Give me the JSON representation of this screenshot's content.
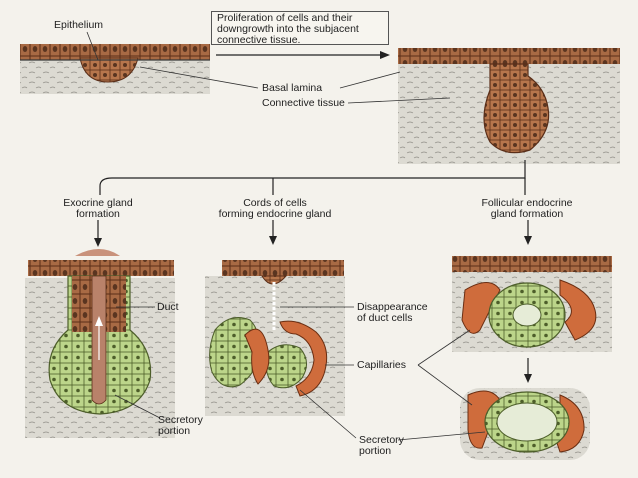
{
  "labels": {
    "epithelium": "Epithelium",
    "proliferation": "Proliferation of cells and their\ndowngrowth into the subjacent\nconnective tissue.",
    "basal_lamina": "Basal lamina",
    "connective_tissue": "Connective tissue",
    "exocrine": "Exocrine gland\nformation",
    "cords": "Cords of cells\nforming endocrine gland",
    "follicular": "Follicular endocrine\ngland formation",
    "duct": "Duct",
    "disappearance": "Disappearance\nof duct cells",
    "capillaries": "Capillaries",
    "secretory_left": "Secretory\nportion",
    "secretory_mid": "Secretory\nportion"
  },
  "colors": {
    "epithelium": "#a86a44",
    "cell_outline": "#5a2e18",
    "connective": "#d9d7d0",
    "secretory": "#bcd58a",
    "capillary": "#cf6c3c",
    "line": "#333333"
  },
  "icons": [
    "arrow-right-icon",
    "arrow-down-icon"
  ]
}
